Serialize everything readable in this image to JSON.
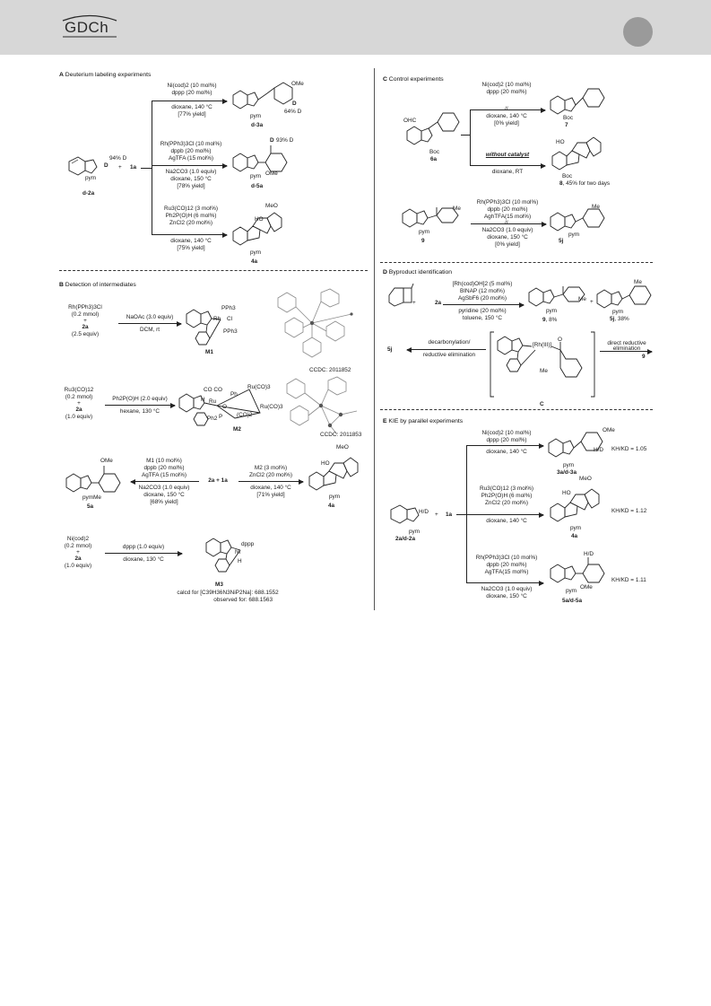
{
  "header": {
    "logo_text": "GDCh",
    "bg_color": "#d7d7d7",
    "circle_color": "#9a9a9a"
  },
  "sections": {
    "A": {
      "letter": "A",
      "title": " Deuterium labeling experiments"
    },
    "B": {
      "letter": "B",
      "title": " Detection of intermediates"
    },
    "C": {
      "letter": "C",
      "title": " Control experiments"
    },
    "D": {
      "letter": "D",
      "title": " Byproduct identification"
    },
    "E": {
      "letter": "E",
      "title": " KIE by parallel experiments"
    }
  },
  "A": {
    "start_label": "d-2a",
    "start_pym": "pym",
    "start_d": "D",
    "start_pct": "94% D",
    "plus": "+",
    "reagent": "1a",
    "r1": {
      "top1": "Ni(cod)2 (10 mol%)",
      "top2": "dppp (20 mol%)",
      "bot1": "dioxane, 140 °C",
      "bot2": "[77% yield]",
      "product": "d-3a",
      "pym": "pym",
      "ome": "OMe",
      "d": "D",
      "pct": "64% D"
    },
    "r2": {
      "top1": "Rh(PPh3)3Cl (10 mol%)",
      "top2": "dppb (20 mol%)",
      "top3": "AgTFA (15 mol%)",
      "bot1": "Na2CO3 (1.0 equiv)",
      "bot2": "dioxane, 150 °C",
      "bot3": "[78% yield]",
      "product": "d-5a",
      "pym": "pym",
      "ome": "OMe",
      "d": "D",
      "pct": "93% D"
    },
    "r3": {
      "top1": "Ru3(CO)12 (3 mol%)",
      "top2": "Ph2P(O)H (6 mol%)",
      "top3": "ZnCl2 (20 mol%)",
      "bot1": "dioxane, 140 °C",
      "bot2": "[75% yield]",
      "product": "4a",
      "pym": "pym",
      "meo": "MeO",
      "ho": "HO"
    }
  },
  "B": {
    "r1": {
      "left1": "Rh(PPh3)3Cl",
      "left2": "(0.2 mmol)",
      "left3": "+",
      "left4": "2a",
      "left5": "(2.5 equiv)",
      "cond1": "NaOAc (3.0 equiv)",
      "cond2": "DCM, rt",
      "product": "M1",
      "pph3a": "PPh3",
      "cl": "Cl",
      "rh": "Rh",
      "pph3b": "PPh3",
      "ccdc": "CCDC: 2011852"
    },
    "r2": {
      "left1": "Ru3(CO)12",
      "left2": "(0.2 mmol)",
      "left3": "+",
      "left4": "2a",
      "left5": "(1.0 equiv)",
      "cond1": "Ph2P(O)H (2.0 equiv)",
      "cond2": "hexane, 130 °C",
      "product": "M2",
      "ccdc": "CCDC: 2011853",
      "co1": "CO CO",
      "ru": "Ru",
      "ruco3a": "Ru(CO)3",
      "ruco3b": "Ru(CO)3",
      "co2": "(CO)2",
      "ph": "Ph",
      "ph2": "Ph2",
      "h": "H",
      "p": "P",
      "o": "O"
    },
    "r3": {
      "left_product": "5a",
      "left_pym": "pymMe",
      "left_ome": "OMe",
      "lcond1": "M1 (10 mol%)",
      "lcond2": "dppb (20 mol%)",
      "lcond3": "AgTFA (15 mol%)",
      "lcond4": "Na2CO3 (1.0 equiv)",
      "lcond5": "dioxane, 150 °C",
      "lcond6": "[68% yield]",
      "mid": "2a  +  1a",
      "rcond1": "M2 (3 mol%)",
      "rcond2": "ZnCl2 (20 mol%)",
      "rcond3": "dioxane, 140 °C",
      "rcond4": "[71% yield]",
      "right_product": "4a",
      "right_pym": "pym",
      "meo": "MeO",
      "ho": "HO"
    },
    "r4": {
      "left1": "Ni(cod)2",
      "left2": "(0.2 mmol)",
      "left3": "+",
      "left4": "2a",
      "left5": "(1.0 equiv)",
      "cond1": "dppp  (1.0 equiv)",
      "cond2": "dioxane, 130 °C",
      "product": "M3",
      "dppp": "dppp",
      "ni": "Ni",
      "h": "H",
      "calcd": "calcd for [C39H36N3NiP2Na]: 688.1552",
      "observed": "observed for: 688.1563"
    }
  },
  "C": {
    "start": "6a",
    "start_ohc": "OHC",
    "start_boc": "Boc",
    "r1": {
      "top1": "Ni(cod)2 (10 mol%)",
      "top2": "dppp (20 mol%)",
      "bot1": "dioxane, 140 °C",
      "bot2": "[0% yield]",
      "product": "7",
      "boc": "Boc"
    },
    "r2": {
      "top": "without catalyst",
      "bot": "dioxane, RT",
      "product": "8",
      "yield": ", 45% for two days",
      "boc": "Boc",
      "ho": "HO"
    },
    "r3": {
      "start": "9",
      "pym": "pym",
      "me": "Me",
      "top1": "Rh(PPh3)3Cl (10 mol%)",
      "top2": "dppb (20 mol%)",
      "top3": "AghTFA(15 mol%)",
      "bot1": "Na2CO3 (1.0 equiv)",
      "bot2": "dioxane, 150 °C",
      "bot3": "[0% yield]",
      "product": "5j",
      "ppym": "pym",
      "pme": "Me"
    }
  },
  "D": {
    "plus1": "+",
    "reagent": "2a",
    "top1": "[Rh(cod)OH]2 (5 mol%)",
    "top2": "BINAP (12 mol%)",
    "top3": "AgSbF6 (20 mol%)",
    "bot1": "pyridine (20 mol%)",
    "bot2": "toluene, 150 °C",
    "p1": "9",
    "p1_yield": ", 8%",
    "p1_pym": "pym",
    "p1_me": "Me",
    "plus2": "+",
    "p2": "5j",
    "p2_yield": ", 38%",
    "p2_pym": "pym",
    "p2_me": "Me",
    "left_label1": "decarbonylation/",
    "left_label2": "reductive elimination",
    "left_product": "5j",
    "right_label1": "direct reductive",
    "right_label2": "elimination",
    "right_product": "9",
    "inter": "C",
    "rh": "[Rh(III)]",
    "me": "Me",
    "o": "O"
  },
  "E": {
    "start": "2a/d-2a",
    "start_hd": "H/D",
    "start_pym": "pym",
    "plus": "+",
    "reagent": "1a",
    "r1": {
      "top1": "Ni(cod)2 (10 mol%)",
      "top2": "dppp (20 mol%)",
      "bot": "dioxane, 140 °C",
      "product": "3a/d-3a",
      "pym": "pym",
      "ome": "OMe",
      "hd": "H/D",
      "kie": "KH/KD = 1.05"
    },
    "r2": {
      "top1": "Ru3(CO)12 (3 mol%)",
      "top2": "Ph2P(O)H (6 mol%)",
      "top3": "ZnCl2 (20 mol%)",
      "bot": "dioxane, 140 °C",
      "product": "4a",
      "pym": "pym",
      "meo": "MeO",
      "ho": "HO",
      "kie": "KH/KD = 1.12"
    },
    "r3": {
      "top1": "Rh(PPh3)3Cl (10 mol%)",
      "top2": "dppb (20 mol%)",
      "top3": "AgTFA(15 mol%)",
      "bot1": "Na2CO3 (1.0 equiv)",
      "bot2": "dioxane, 150 °C",
      "product": "5a/d-5a",
      "pym": "pym",
      "ome": "OMe",
      "hd": "H/D",
      "kie": "KH/KD = 1.11"
    }
  }
}
